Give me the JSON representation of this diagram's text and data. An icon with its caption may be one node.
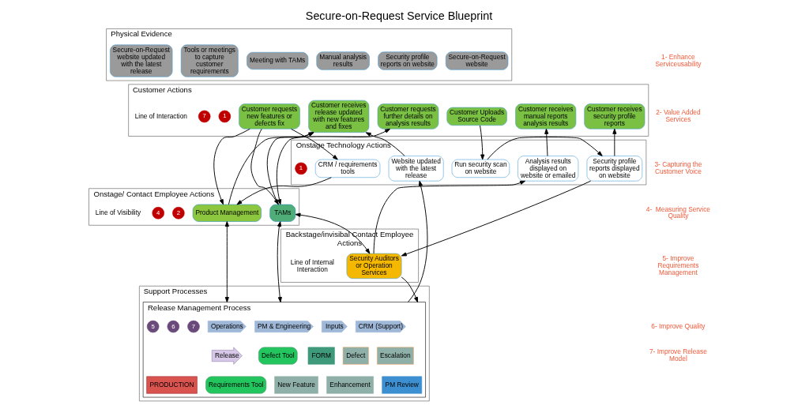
{
  "diagram": {
    "title": "Secure-on-Request Service Blueprint",
    "nodes": [
      {
        "text": [
          "Physical Evidence"
        ]
      },
      {
        "text": [
          "Secure-on-Request website"
        ],
        "in": 0
      },
      {
        "text": [
          "Security profile reports on website"
        ],
        "in": 0
      },
      {
        "text": [
          "Manual analysis results"
        ],
        "in": 0
      },
      {
        "text": [
          "Meeting with TAMs"
        ],
        "in": 0
      },
      {
        "text": [
          "Tools or meetings to capture customer requirements"
        ],
        "in": 0
      },
      {
        "text": [
          "Secure-on-Request website updated with the latest release"
        ],
        "in": 0
      },
      {
        "text": [
          "Customer Actions"
        ]
      },
      {
        "text": [
          "Customer Uploads Source Code"
        ],
        "in": 7
      },
      {
        "text": [
          "Customer receives security profile reports"
        ],
        "in": 7
      },
      {
        "text": [
          "Customer receives manual reports analysis results"
        ],
        "in": 7
      },
      {
        "text": [
          "Customer requests further details on analysis results"
        ],
        "in": 7
      },
      {
        "text": [
          "Customer requests new features or defects fix"
        ],
        "in": 7
      },
      {
        "text": [
          "Customer receives release updated with new features and fixes"
        ],
        "in": 7
      },
      {
        "text": [
          "Onstage Technology Actions"
        ]
      },
      {
        "text": [
          "Run security scan on website"
        ],
        "in": 14
      },
      {
        "text": [
          "Security profile reports displayed on website"
        ],
        "in": 14
      },
      {
        "text": [
          "Analysis results displayed on website or emailed"
        ],
        "in": 14
      },
      {
        "text": [
          "CRM / requirements tools"
        ],
        "in": 14
      },
      {
        "text": [
          "Website updated with the latest release"
        ],
        "in": 14
      },
      {
        "text": [
          "Onstage/ Contact Employee Actions"
        ]
      },
      {
        "text": [
          "TAMs"
        ],
        "in": 20
      },
      {
        "text": [
          "Product Management"
        ],
        "in": 20
      },
      {
        "text": [
          "Backstage/invisibal Contact Employee Actions"
        ]
      },
      {
        "text": [
          "Security Auditors or Operation Services"
        ],
        "in": 23
      },
      {
        "text": [
          "Support Processes"
        ]
      },
      {
        "text": [
          "Release Management Process"
        ],
        "in": 25
      },
      {
        "text": [
          "Inputs"
        ],
        "in": 26
      },
      {
        "text": [
          "CRM (Support)"
        ],
        "in": 26
      },
      {
        "text": [
          "PM & Engineering"
        ],
        "in": 26
      },
      {
        "text": [
          "Operations"
        ],
        "in": 26
      },
      {
        "text": [
          "FORM"
        ],
        "in": 26
      },
      {
        "text": [
          "Defect"
        ],
        "in": 26
      },
      {
        "text": [
          "Escalation"
        ],
        "in": 26
      },
      {
        "text": [
          "New Feature"
        ],
        "in": 26
      },
      {
        "text": [
          "Enhancement"
        ],
        "in": 26
      },
      {
        "text": [
          "PM Review"
        ],
        "in": 26
      },
      {
        "text": [
          "Defect Tool"
        ],
        "in": 26
      },
      {
        "text": [
          "Requirements Tool"
        ],
        "in": 26
      },
      {
        "text": [
          "Release"
        ],
        "in": 26
      },
      {
        "text": [
          "PRODUCTION"
        ],
        "in": 26
      }
    ],
    "edges": [
      {
        "from": 8,
        "to": 15,
        "arrow": "to"
      },
      {
        "from": 15,
        "to": 16,
        "arrow": "to"
      },
      {
        "from": 16,
        "to": 9,
        "arrow": "to"
      },
      {
        "from": 16,
        "to": 24,
        "arrow": "to"
      },
      {
        "from": 24,
        "to": 17,
        "arrow": "to"
      },
      {
        "from": 17,
        "to": 10,
        "arrow": "to"
      },
      {
        "from": 21,
        "to": 24,
        "arrow": "both"
      },
      {
        "from": 21,
        "to": 11,
        "arrow": "both"
      },
      {
        "from": 12,
        "to": 21,
        "arrow": "to"
      },
      {
        "from": 12,
        "to": 22,
        "arrow": "to"
      },
      {
        "from": 12,
        "to": 18,
        "arrow": "to"
      },
      {
        "from": 18,
        "to": 22,
        "arrow": "to"
      },
      {
        "from": 22,
        "to": 13,
        "arrow": "to"
      },
      {
        "from": 21,
        "to": 13,
        "arrow": "to"
      },
      {
        "from": 19,
        "to": 13,
        "arrow": "to"
      },
      {
        "from": 26,
        "to": 19,
        "arrow": "to"
      },
      {
        "from": 21,
        "to": 26,
        "arrow": "both"
      },
      {
        "from": 22,
        "to": 26,
        "arrow": "both"
      },
      {
        "from": 24,
        "to": 26,
        "arrow": "to"
      }
    ],
    "labels": [
      "1",
      "7",
      "Line of Interaction",
      "1",
      "2",
      "4",
      "Line of Visibility",
      "Line of Internal Interaction",
      "1- Enhance Serviceusability",
      "2- Value Added Services",
      "3- Capturing the Customer Voice",
      "4-  Measuring Service Quality",
      "5- Improve Requirements Management",
      "6- Improve Quality",
      "7- Improve Release Model",
      "7",
      "6",
      "5"
    ]
  }
}
